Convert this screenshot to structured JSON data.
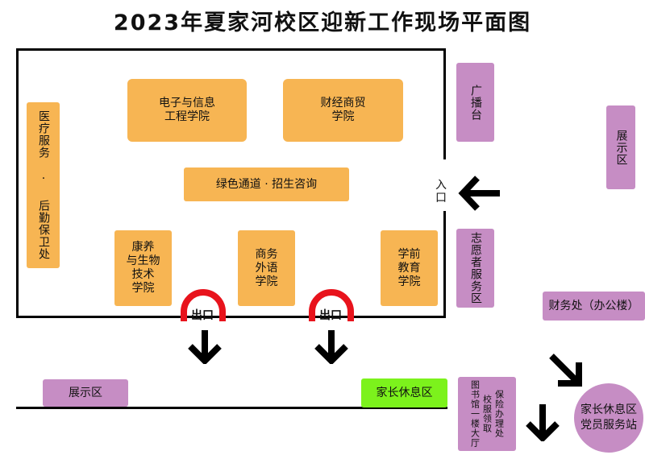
{
  "title": "2023年夏家河校区迎新工作现场平面图",
  "colors": {
    "orange": "#f7b553",
    "purple": "#c68dc4",
    "green": "#7cf21c",
    "exit_red": "#e8131c"
  },
  "areas": {
    "electronics": "电子与信息\n工程学院",
    "finance": "财经商贸\n学院",
    "green_channel": "绿色通道 · 招生咨询",
    "health": "康养\n与生物\n技术\n学院",
    "business": "商务\n外语\n学院",
    "preschool": "学前\n教育\n学院",
    "medical": "医疗服务 · 后勤保卫处"
  },
  "right": {
    "broadcast": "广播台",
    "volunteer": "志愿者服务区",
    "exhibit_right": "展示区",
    "finance_office": "财务处（办公楼）",
    "insurance_line1": "保险办理处",
    "insurance_line2": "校服领取",
    "insurance_line3": "图书馆一楼大厅",
    "parents_party": "家长休息区\n党员服务站"
  },
  "bottom": {
    "exhibit_left": "展示区",
    "parents_rest": "家长休息区"
  },
  "entry": "入口",
  "exits": [
    "出口",
    "出口"
  ],
  "icons": [
    "arrow-left-icon",
    "arrow-down-icon",
    "arrow-down-right-icon",
    "exit-arch-icon"
  ]
}
